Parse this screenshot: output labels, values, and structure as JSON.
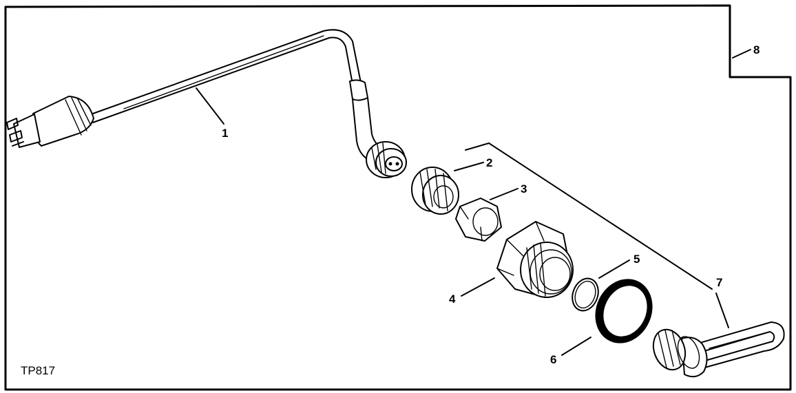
{
  "figure_id": "TP817",
  "callouts": [
    {
      "id": "callout-1",
      "text": "1"
    },
    {
      "id": "callout-2",
      "text": "2"
    },
    {
      "id": "callout-3",
      "text": "3"
    },
    {
      "id": "callout-4",
      "text": "4"
    },
    {
      "id": "callout-5",
      "text": "5"
    },
    {
      "id": "callout-6",
      "text": "6"
    },
    {
      "id": "callout-7",
      "text": "7"
    },
    {
      "id": "callout-8",
      "text": "8"
    }
  ]
}
